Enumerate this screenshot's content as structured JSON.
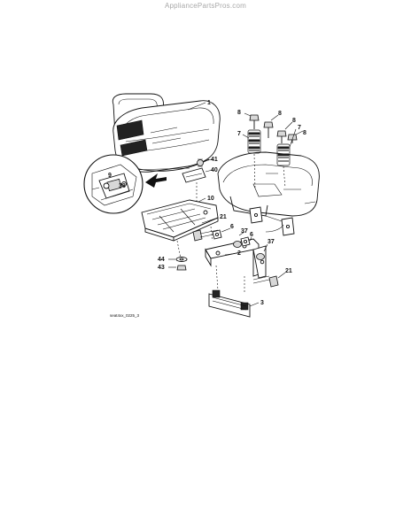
{
  "watermark": "AppliancePartsPros.com",
  "diagram_code": "seat4xx_0225_3",
  "callouts": [
    {
      "id": "c1",
      "label": "1"
    },
    {
      "id": "c41",
      "label": "41"
    },
    {
      "id": "c40",
      "label": "40"
    },
    {
      "id": "c10",
      "label": "10"
    },
    {
      "id": "c21a",
      "label": "21"
    },
    {
      "id": "c6a",
      "label": "6"
    },
    {
      "id": "c37a",
      "label": "37"
    },
    {
      "id": "c2",
      "label": "2"
    },
    {
      "id": "c6b",
      "label": "6"
    },
    {
      "id": "c37b",
      "label": "37"
    },
    {
      "id": "c44",
      "label": "44"
    },
    {
      "id": "c43",
      "label": "43"
    },
    {
      "id": "c21b",
      "label": "21"
    },
    {
      "id": "c3",
      "label": "3"
    },
    {
      "id": "c8a",
      "label": "8"
    },
    {
      "id": "c8b",
      "label": "8"
    },
    {
      "id": "c8c",
      "label": "8"
    },
    {
      "id": "c8d",
      "label": "8"
    },
    {
      "id": "c7a",
      "label": "7"
    },
    {
      "id": "c7b",
      "label": "7"
    },
    {
      "id": "c9",
      "label": "9"
    },
    {
      "id": "c38",
      "label": "38"
    }
  ]
}
